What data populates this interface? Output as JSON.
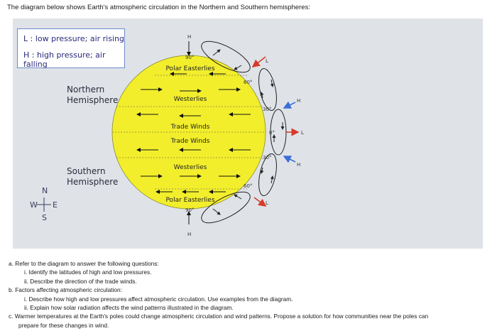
{
  "prompt": "The diagram below shows Earth's atmospheric circulation in the Northern and Southern hemispheres:",
  "legend": {
    "low": "L : low pressure; air rising",
    "high": "H : high pressure; air falling"
  },
  "hemispheres": {
    "north_line1": "Northern",
    "north_line2": "Hemisphere",
    "south_line1": "Southern",
    "south_line2": "Hemisphere"
  },
  "compass": {
    "n": "N",
    "s": "S",
    "w": "W",
    "e": "E"
  },
  "wind_belts": {
    "polar_north": "Polar Easterlies",
    "westerlies_north": "Westerlies",
    "trade_north": "Trade Winds",
    "trade_south": "Trade Winds",
    "westerlies_south": "Westerlies",
    "polar_south": "Polar Easterlies"
  },
  "latitudes": {
    "n90": "90°",
    "n60": "60°",
    "n30": "30°",
    "eq": "0°",
    "s30": "30°",
    "s60": "60°",
    "s90": "90°"
  },
  "pressure": {
    "n90": "H",
    "n60": "L",
    "n30": "H",
    "eq": "L",
    "s30": "H",
    "s60": "L",
    "s90": "H"
  },
  "colors": {
    "globe": "#f2ee2c",
    "panel": "#dfe3e8",
    "legend_border": "#6b8bc9",
    "high_arrow": "#3b6fd6",
    "low_arrow": "#d63a2a"
  },
  "questions": {
    "a": "a. Refer to the diagram to answer the following questions:",
    "a_i": "i. Identify the latitudes of high and low pressures.",
    "a_ii": "ii. Describe the direction of the trade winds.",
    "b": "b. Factors affecting atmospheric circulation:",
    "b_i": "i. Describe how high and low pressures affect atmospheric circulation. Use examples from the diagram.",
    "b_ii": "ii. Explain how solar radiation affects the wind patterns illustrated in the diagram.",
    "c": "c. Warmer temperatures at the Earth's poles could change atmospheric circulation and wind patterns. Propose a solution for how communities near the poles can",
    "c_cont": "prepare for these changes in wind."
  }
}
